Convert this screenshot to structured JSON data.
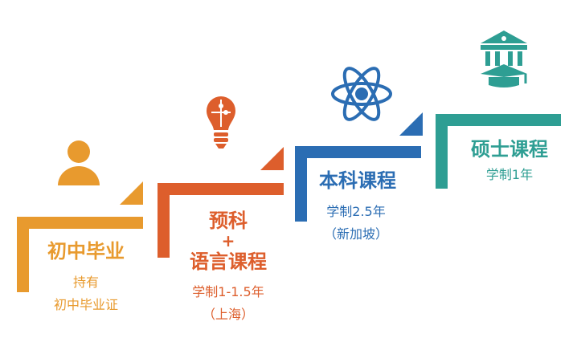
{
  "colors": {
    "orange": "#E89A2E",
    "red": "#DD5E2C",
    "blue": "#2B6DB3",
    "teal": "#2E9E93"
  },
  "steps": [
    {
      "icon": "person-icon",
      "title": "初中毕业",
      "lines": [
        "持有",
        "初中毕业证"
      ]
    },
    {
      "icon": "lightbulb-puzzle-icon",
      "title_lines": [
        "预科",
        "+",
        "语言课程"
      ],
      "lines": [
        "学制1-1.5年",
        "（上海）"
      ]
    },
    {
      "icon": "atom-icon",
      "title": "本科课程",
      "lines": [
        "学制2.5年",
        "（新加坡）"
      ]
    },
    {
      "icon": "graduation-building-icon",
      "title": "硕士课程",
      "lines": [
        "学制1年"
      ]
    }
  ]
}
